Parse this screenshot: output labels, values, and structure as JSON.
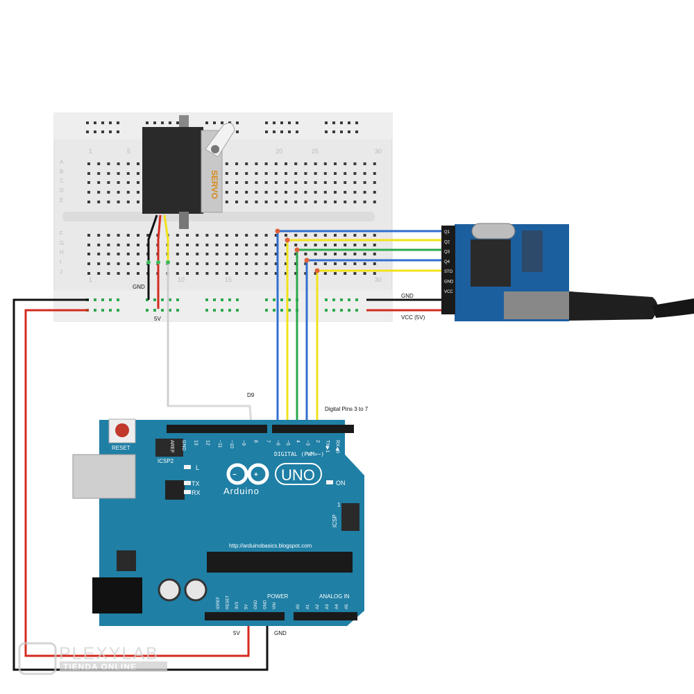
{
  "servo": {
    "label": "SERVO"
  },
  "breadboard": {
    "row_letters_top": [
      "A",
      "B",
      "C",
      "D",
      "E"
    ],
    "row_letters_bottom": [
      "F",
      "G",
      "H",
      "I",
      "J"
    ],
    "col_numbers": [
      "1",
      "5",
      "10",
      "15",
      "20",
      "25",
      "30"
    ]
  },
  "wire_labels": {
    "servo_gnd": "GND",
    "servo_5v": "5V",
    "rx_gnd": "GND",
    "rx_vcc": "VCC (5V)",
    "pin_d9": "D9",
    "digital_pins": "Digital Pins 3 to 7",
    "arduino_5v": "5V",
    "arduino_gnd": "GND"
  },
  "receiver": {
    "pins": [
      "Q1",
      "Q2",
      "Q3",
      "Q4",
      "STO",
      "GND",
      "VCC"
    ]
  },
  "arduino": {
    "reset_label": "RESET",
    "icsp2_label": "ICSP2",
    "icsp_label": "ICSP",
    "l_label": "L",
    "tx_label": "TX",
    "rx_label": "RX",
    "on_label": "ON",
    "uno_label": "UNO",
    "brand_label": "Arduino",
    "digital_label": "DIGITAL (PWM=~)",
    "url": "http://arduinobasics.blogspot.com",
    "power_label": "POWER",
    "analog_label": "ANALOG IN",
    "digital_header_pins": [
      "AREF",
      "GND",
      "13",
      "12",
      "~11",
      "~10",
      "~9",
      "8",
      "7",
      "~6",
      "~5",
      "4",
      "~3",
      "2",
      "TX▶1",
      "RX◀0"
    ],
    "power_pins": [
      "IOREF",
      "RESET",
      "3V3",
      "5V",
      "GND",
      "GND",
      "VIN"
    ],
    "analog_pins": [
      "A0",
      "A1",
      "A2",
      "A3",
      "A4",
      "A5"
    ],
    "icsp_one": "1"
  },
  "watermark": {
    "brand": "PLEXYLAB",
    "tagline": "TIENDA ONLINE"
  },
  "colors": {
    "board": "#1f7fa5",
    "wire_red": "#d42a1e",
    "wire_black": "#111111",
    "wire_blue": "#2f6fd0",
    "wire_yellow": "#f2e21a",
    "wire_green": "#2aa84a",
    "wire_white": "#d9d9d9"
  }
}
